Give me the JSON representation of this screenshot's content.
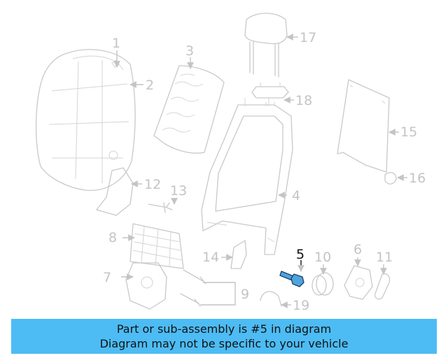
{
  "diagram": {
    "callouts": [
      "1",
      "2",
      "3",
      "4",
      "5",
      "6",
      "7",
      "8",
      "9",
      "10",
      "11",
      "12",
      "13",
      "14",
      "15",
      "16",
      "17",
      "18",
      "19"
    ],
    "highlighted_part": "5",
    "highlight_color": "#4fa3de",
    "line_color": "#c4c4c4"
  },
  "banner": {
    "line1": "Part or sub-assembly is #5 in diagram",
    "line2": "Diagram may not be specific to your vehicle",
    "background": "#4dbcf4"
  }
}
